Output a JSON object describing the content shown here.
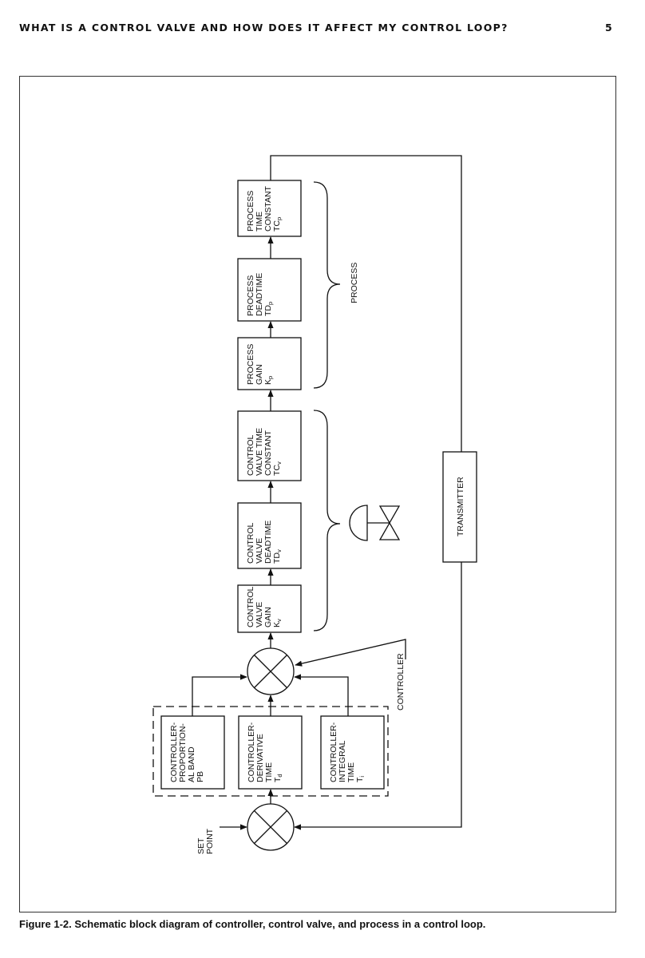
{
  "header": {
    "title": "WHAT IS A CONTROL VALVE AND HOW DOES IT AFFECT MY CONTROL LOOP?",
    "page_number": "5"
  },
  "diagram": {
    "blocks": [
      {
        "id": "proportional-band",
        "lines": [
          "CONTROLLER-",
          "PROPORTION-",
          "AL BAND",
          "PB"
        ]
      },
      {
        "id": "derivative-time",
        "lines": [
          "CONTROLLER-",
          "DERIVATIVE",
          "TIME",
          "T"
        ],
        "sub": "d"
      },
      {
        "id": "integral-time",
        "lines": [
          "CONTROLLER-",
          "INTEGRAL",
          "TIME",
          "T"
        ],
        "sub": "i"
      },
      {
        "id": "valve-gain",
        "lines": [
          "CONTROL",
          "VALVE",
          "GAIN",
          "K"
        ],
        "sub": "v"
      },
      {
        "id": "valve-deadtime",
        "lines": [
          "CONTROL",
          "VALVE",
          "DEADTIME",
          "TD"
        ],
        "sub": "v"
      },
      {
        "id": "valve-time-constant",
        "lines": [
          "CONTROL",
          "VALVE TIME",
          "CONSTANT",
          "TC"
        ],
        "sub": "v"
      },
      {
        "id": "process-gain",
        "lines": [
          "PROCESS",
          "GAIN",
          "K"
        ],
        "sub": "p"
      },
      {
        "id": "process-deadtime",
        "lines": [
          "PROCESS",
          "DEADTIME",
          "TD"
        ],
        "sub": "p"
      },
      {
        "id": "process-time-constant",
        "lines": [
          "PROCESS",
          "TIME",
          "CONSTANT",
          "TC"
        ],
        "sub": "p"
      },
      {
        "id": "transmitter",
        "lines": [
          "TRANSMITTER"
        ]
      }
    ],
    "labels": {
      "set_point": [
        "SET",
        "POINT"
      ],
      "controller": "CONTROLLER",
      "process": "PROCESS"
    }
  },
  "caption": "Figure 1-2. Schematic block diagram of controller, control valve, and process in a control loop."
}
